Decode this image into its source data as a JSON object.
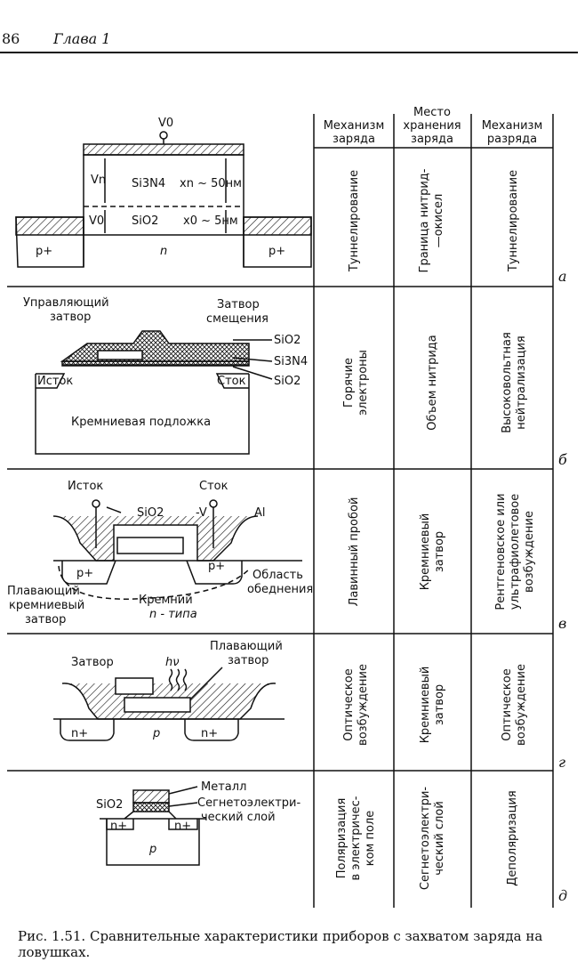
{
  "header": {
    "page_number": "86",
    "chapter": "Глава 1"
  },
  "table": {
    "col_headers": [
      [
        "Механизм",
        "заряда"
      ],
      [
        "Место",
        "хранения",
        "заряда"
      ],
      [
        "Механизм",
        "разряда"
      ]
    ],
    "rows": [
      {
        "letter": "а",
        "charge": [
          "Туннелирование"
        ],
        "storage": [
          "Граница нитрид-",
          "—окисел"
        ],
        "discharge": [
          "Туннелирование"
        ]
      },
      {
        "letter": "б",
        "charge": [
          "Горячие",
          "электроны"
        ],
        "storage": [
          "Объем нитрида"
        ],
        "discharge": [
          "Высоковольтная",
          "нейтрализация"
        ]
      },
      {
        "letter": "в",
        "charge": [
          "Лавинный  пробой"
        ],
        "storage": [
          "Кремниевый",
          "затвор"
        ],
        "discharge": [
          "Рентгеновское или",
          "ультрафиолетовое",
          "возбуждение"
        ]
      },
      {
        "letter": "г",
        "charge": [
          "Оптическое",
          "возбуждение"
        ],
        "storage": [
          "Кремниевый",
          "затвор"
        ],
        "discharge": [
          "Оптическое",
          "возбуждение"
        ]
      },
      {
        "letter": "д",
        "charge": [
          "Поляризация",
          "в электричес-",
          "ком поле"
        ],
        "storage": [
          "Сегнетоэлектри-",
          "ческий слой"
        ],
        "discharge": [
          "Деполяризация"
        ]
      }
    ]
  },
  "diagrams": {
    "a": {
      "v0_top": "V0",
      "vn": "Vn",
      "si3n4": "Si3N4",
      "xn": "xn ~ 50нм",
      "v0": "V0",
      "sio2": "SiO2",
      "x0": "x0 ~ 5нм",
      "p_left": "p+",
      "n": "n",
      "p_right": "p+"
    },
    "b": {
      "ctrl_gate": [
        "Управляющий",
        "затвор"
      ],
      "bias_gate": [
        "Затвор",
        "смещения"
      ],
      "sio2_top": "SiO2",
      "si3n4": "Si3N4",
      "sio2_bot": "SiO2",
      "source": "Исток",
      "drain": "Сток",
      "substrate": "Кремниевая  подложка"
    },
    "c": {
      "source": "Исток",
      "drain": "Сток",
      "sio2": "SiO2",
      "minus_v": "-V",
      "al": "Al",
      "p_left": "p+",
      "p_right": "p+",
      "floating": [
        "Плавающий",
        "кремниевый",
        "затвор"
      ],
      "silicon": [
        "Кремний",
        "n - типа"
      ],
      "depletion": [
        "Область",
        "обеднения"
      ]
    },
    "d": {
      "gate": "Затвор",
      "hv": "hν",
      "floating": [
        "Плавающий",
        "затвор"
      ],
      "n_left": "n+",
      "p": "p",
      "n_right": "n+"
    },
    "e": {
      "sio2": "SiO2",
      "metal": "Металл",
      "ferro": [
        "Сегнетоэлектри-",
        "ческий  слой"
      ],
      "n_left": "n+",
      "n_right": "n+",
      "p": "p"
    }
  },
  "caption": {
    "prefix": "Рис. 1.51.",
    "text": " Сравнительные характеристики приборов с захватом заряда на ловушках."
  }
}
